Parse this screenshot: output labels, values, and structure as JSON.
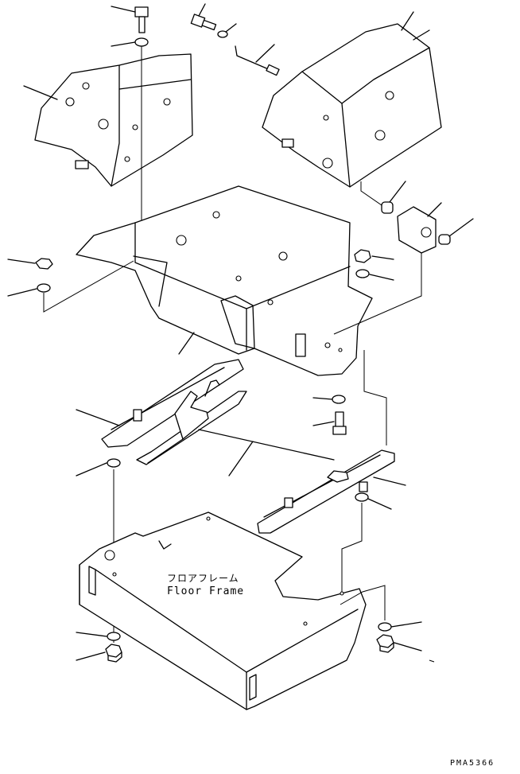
{
  "labels": {
    "floor_frame_jp": "フロアフレーム",
    "floor_frame_en": "Floor Frame",
    "drawing_code": "PMA5366"
  },
  "colors": {
    "line": "#000000",
    "background": "#ffffff"
  }
}
